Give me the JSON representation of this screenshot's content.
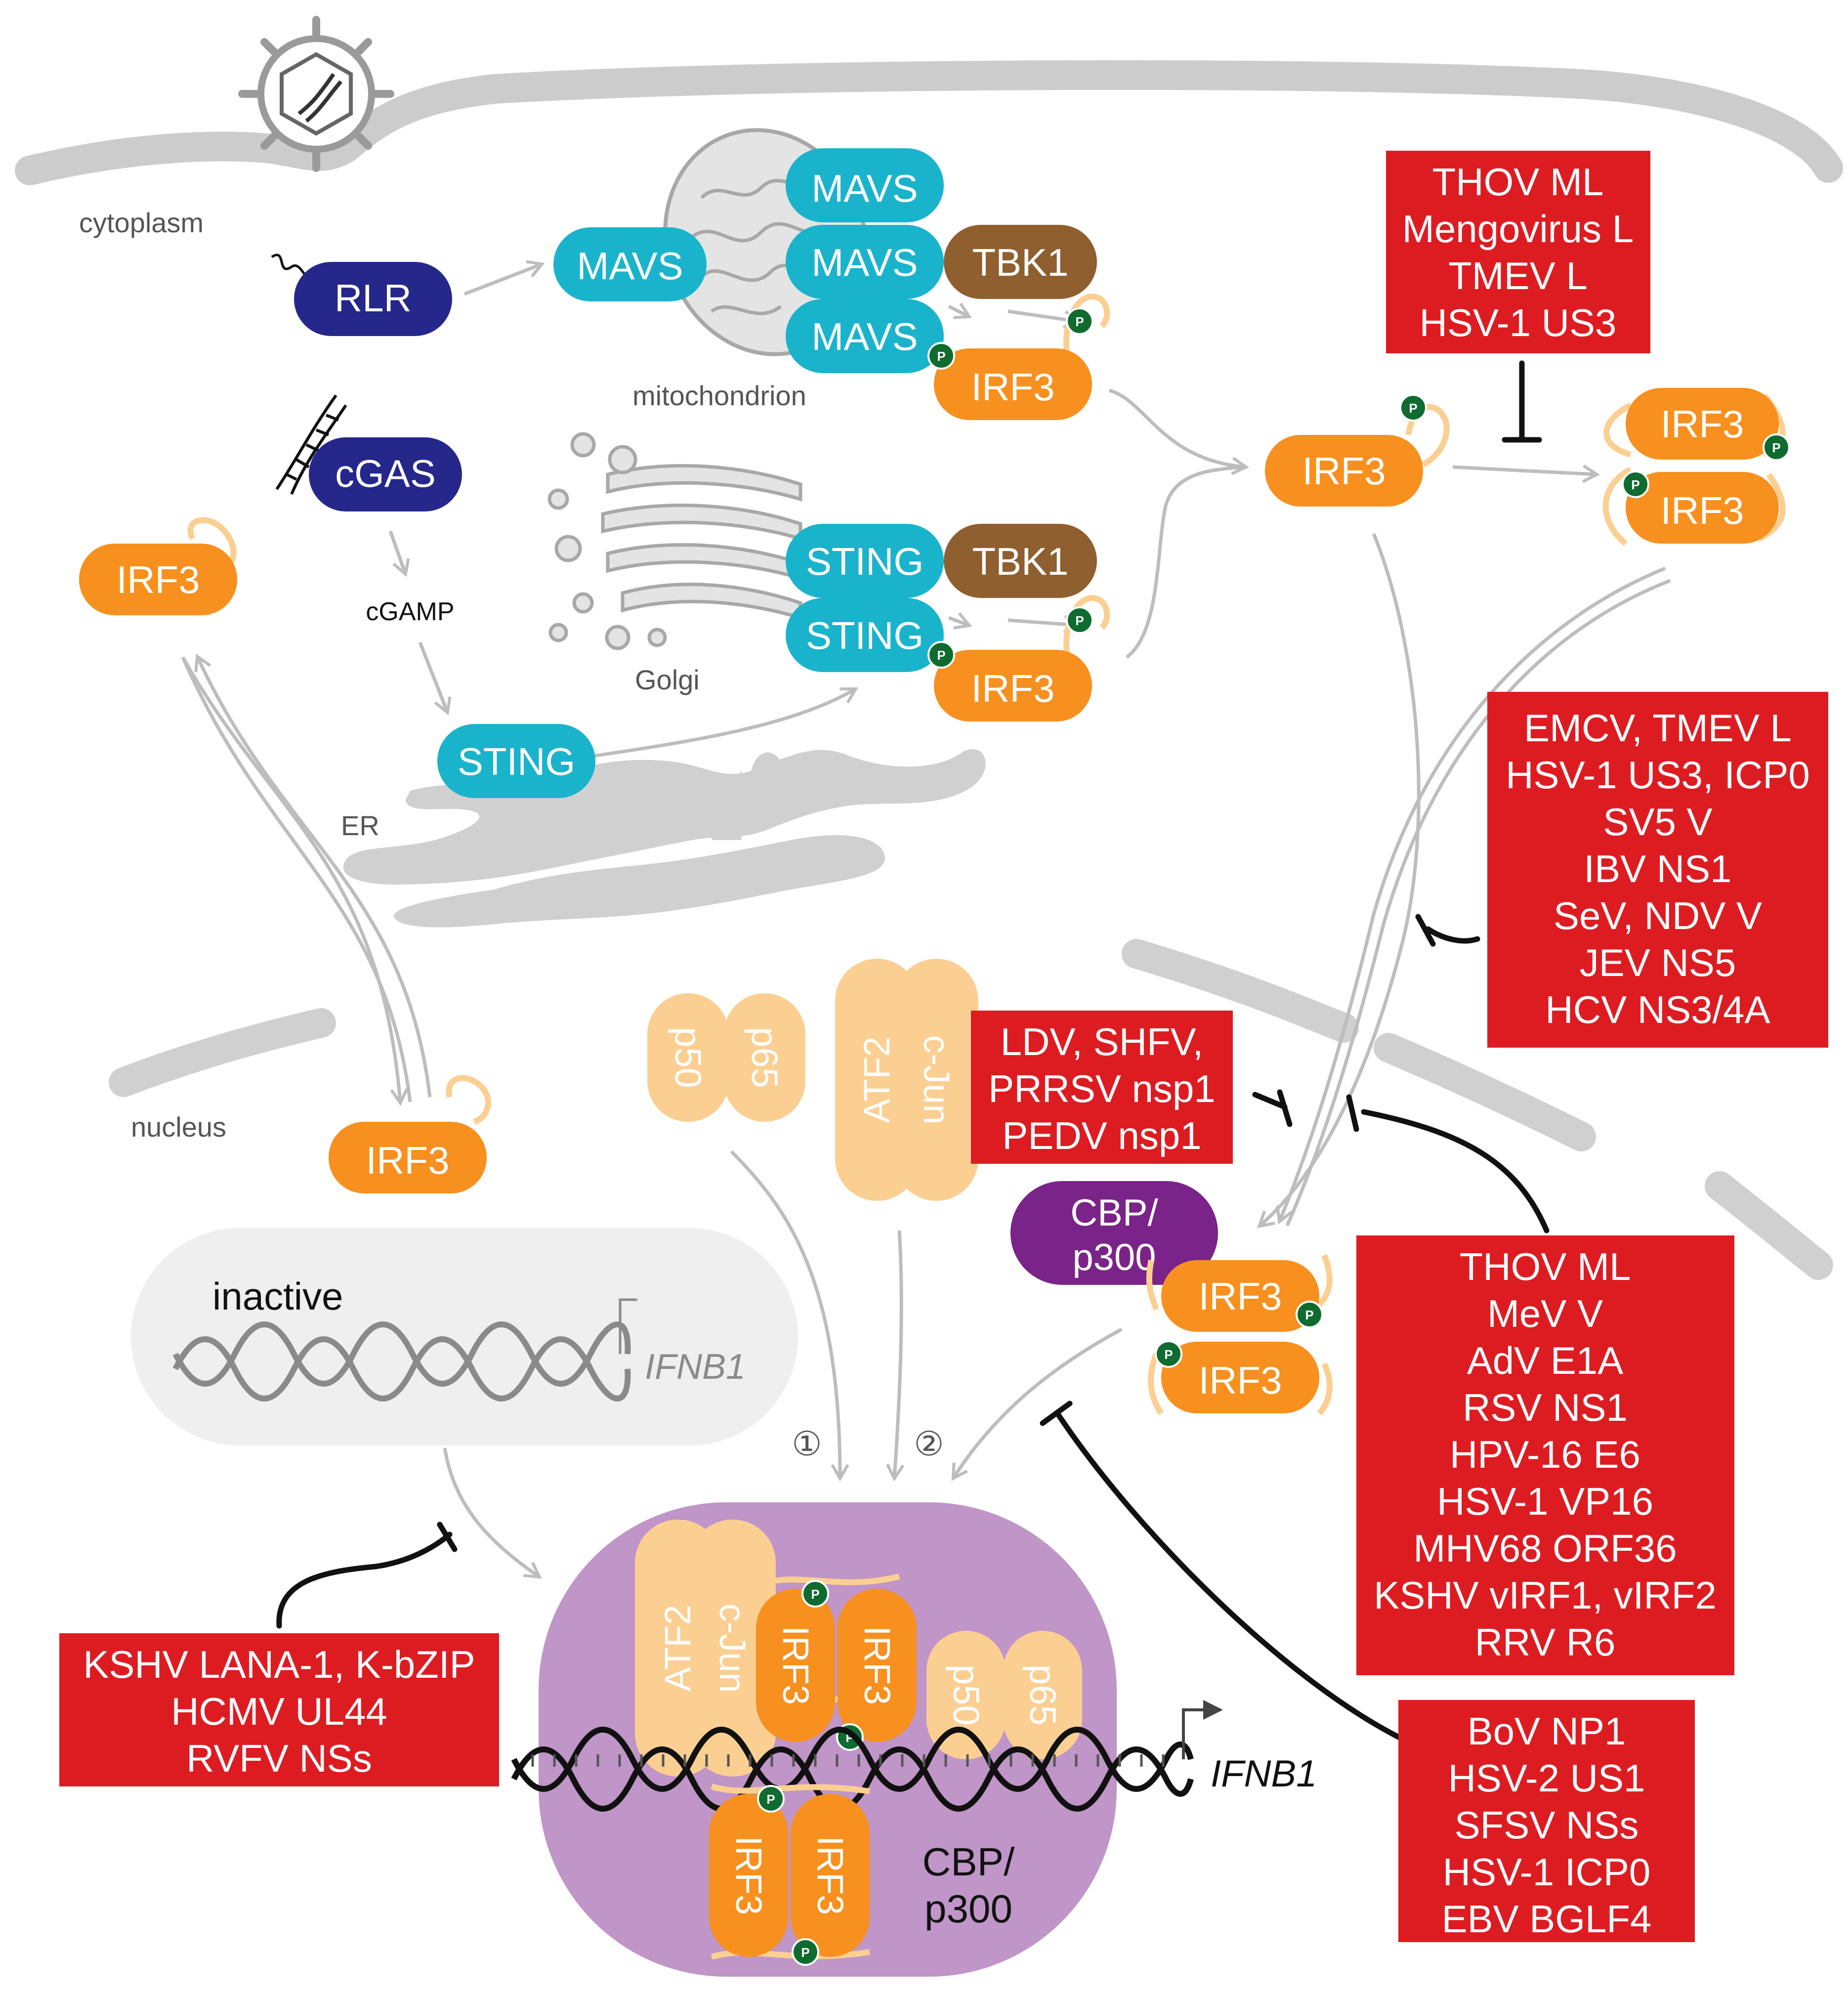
{
  "compartments": {
    "cytoplasm": "cytoplasm",
    "mitochondrion": "mitochondrion",
    "golgi": "Golgi",
    "er": "ER",
    "nucleus": "nucleus"
  },
  "proteins": {
    "rlr": "RLR",
    "cgas": "cGAS",
    "cgamp": "cGAMP",
    "mavs": "MAVS",
    "sting": "STING",
    "tbk1": "TBK1",
    "irf3": "IRF3",
    "p50": "p50",
    "p65": "p65",
    "atf2": "ATF2",
    "cjun": "c-Jun",
    "cbp": "CBP/",
    "p300": "p300",
    "phospho": "P"
  },
  "gene": {
    "inactive": "inactive",
    "ifnb1": "IFNB1"
  },
  "steps": {
    "one": "①",
    "two": "②"
  },
  "inhibitor_boxes": {
    "phosphorylation": [
      "THOV ML",
      "Mengovirus L",
      "TMEV L",
      "HSV-1 US3"
    ],
    "translocation": [
      "EMCV, TMEV L",
      "HSV-1 US3, ICP0",
      "SV5 V",
      "IBV NS1",
      "SeV, NDV V",
      "JEV NS5",
      "HCV NS3/4A"
    ],
    "nsp1": [
      "LDV, SHFV,",
      "PRRSV nsp1",
      "PEDV nsp1"
    ],
    "cbp_binding": [
      "THOV ML",
      "MeV V",
      "AdV E1A",
      "RSV NS1",
      "HPV-16 E6",
      "HSV-1 VP16",
      "MHV68 ORF36",
      "KSHV vIRF1, vIRF2",
      "RRV R6"
    ],
    "enhanceosome": [
      "BoV NP1",
      "HSV-2 US1",
      "SFSV NSs",
      "HSV-1 ICP0",
      "EBV BGLF4"
    ],
    "chromatin": [
      "KSHV LANA-1, K-bZIP",
      "HCMV UL44",
      "RVFV NSs"
    ]
  },
  "colors": {
    "navy": "#25278a",
    "cyan": "#1ab3cc",
    "brown": "#8f5f2f",
    "orange": "#f7901e",
    "light_orange": "#fbcf92",
    "purple": "#7a2388",
    "enhanceosome_purple": "#c095c7",
    "red_box": "#dd1c22",
    "phospho_green": "#0f6b2f",
    "membrane_grey": "#cfcfcf",
    "arrow_grey": "#c0c0c0"
  }
}
